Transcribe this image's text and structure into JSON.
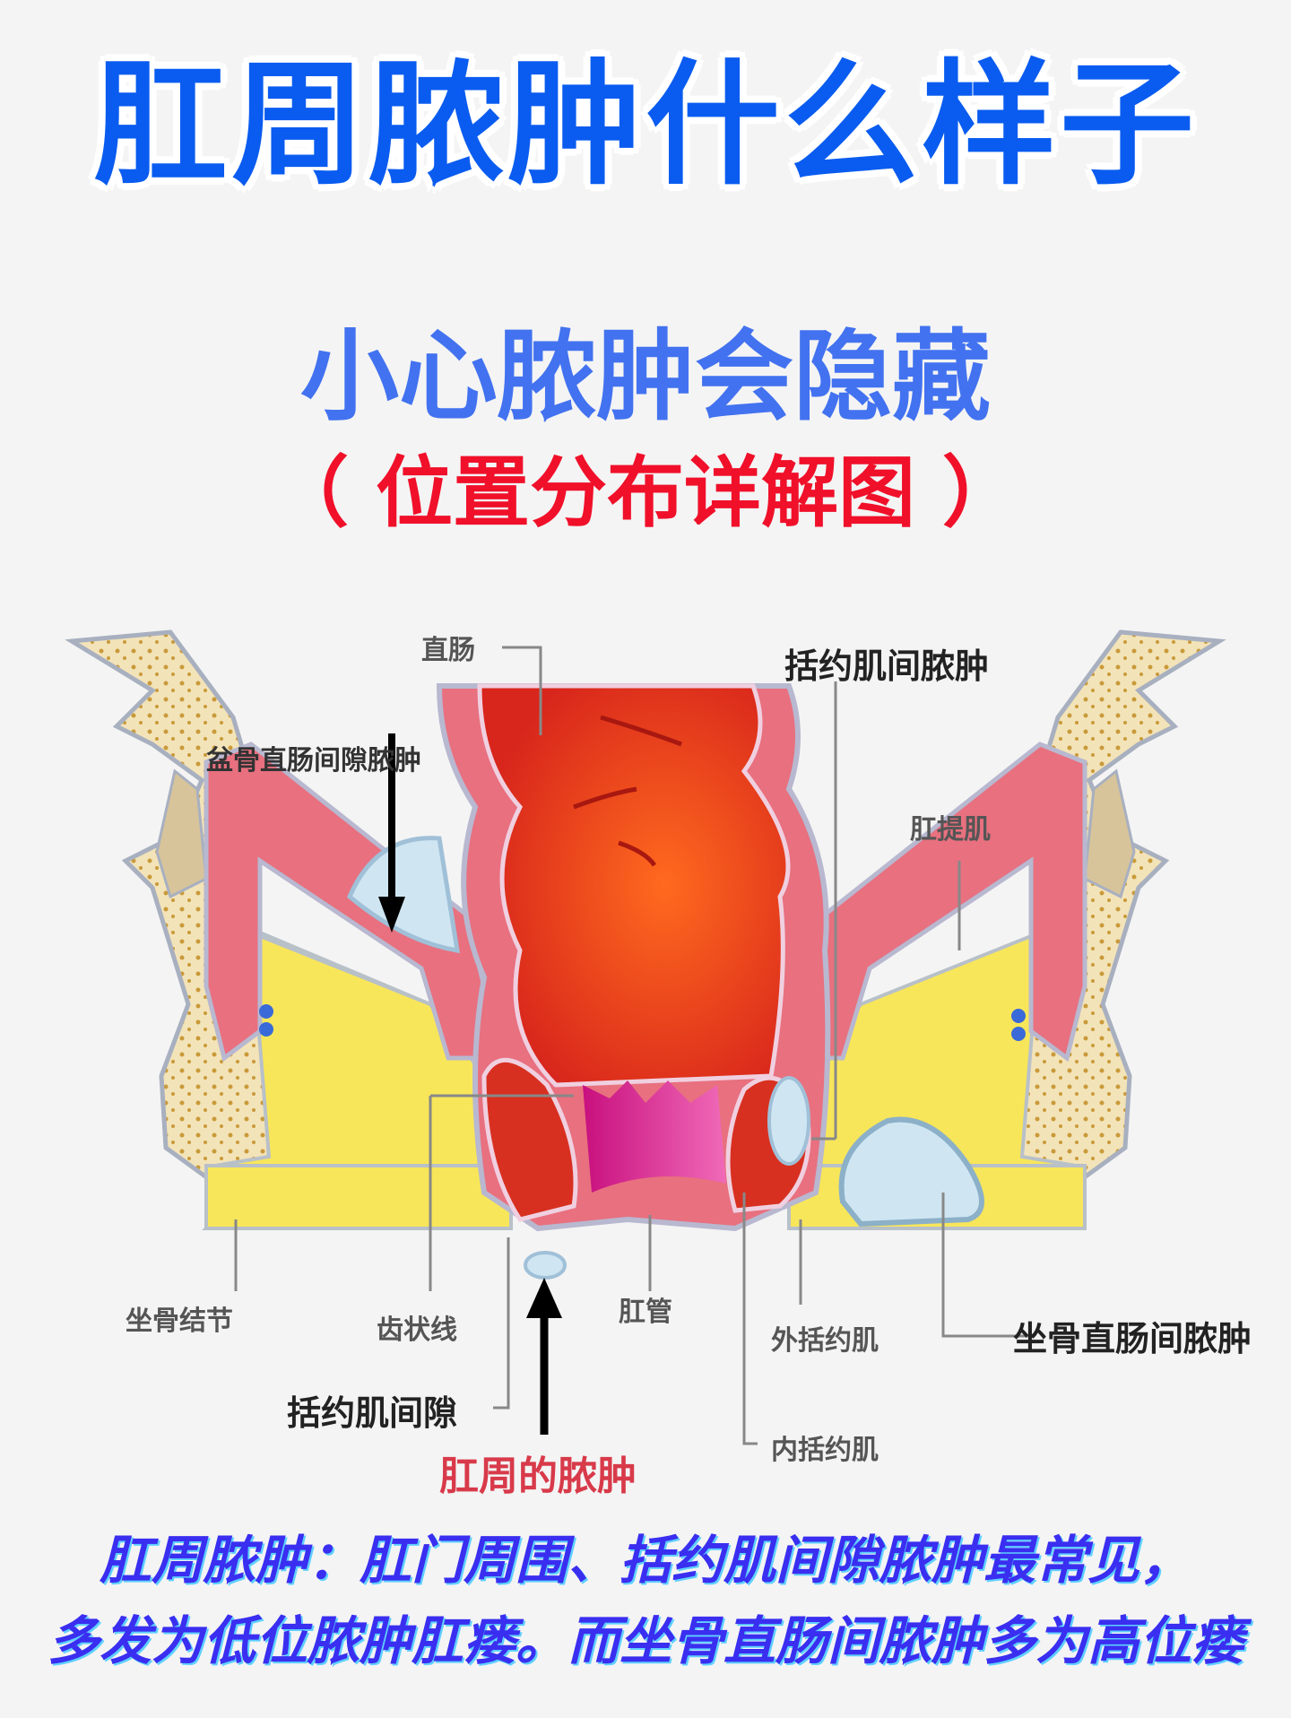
{
  "header": {
    "title": "肛周脓肿什么样子",
    "subtitle": "小心脓肿会隐藏",
    "subtitle2": "（ 位置分布详解图 ）"
  },
  "diagram": {
    "labels": {
      "rectum": "直肠",
      "pelvirectal_abscess": "盆骨直肠间隙脓肿",
      "intersphincteric_abscess": "括约肌间脓肿",
      "levator_ani": "肛提肌",
      "ischial_tuberosity": "坐骨结节",
      "dentate_line": "齿状线",
      "anal_canal": "肛管",
      "external_sphincter": "外括约肌",
      "ischiorectal_abscess": "坐骨直肠间脓肿",
      "intersphincteric_space": "括约肌间隙",
      "internal_sphincter": "内括约肌",
      "perianal_abscess": "肛周的脓肿"
    },
    "colors": {
      "bone": "#f3e3b8",
      "bone_dots": "#c99a3a",
      "muscle_pink": "#e8707f",
      "fat_yellow": "#f8e65a",
      "rectum_orange": "#f0541c",
      "anal_canal_magenta": "#e0329a",
      "abscess_blue": "#cfe6f2"
    }
  },
  "caption": {
    "line1": "肛周脓肿：肛门周围、括约肌间隙脓肿最常见，",
    "line2": "多发为低位脓肿肛瘘。而坐骨直肠间脓肿多为高位瘘"
  }
}
